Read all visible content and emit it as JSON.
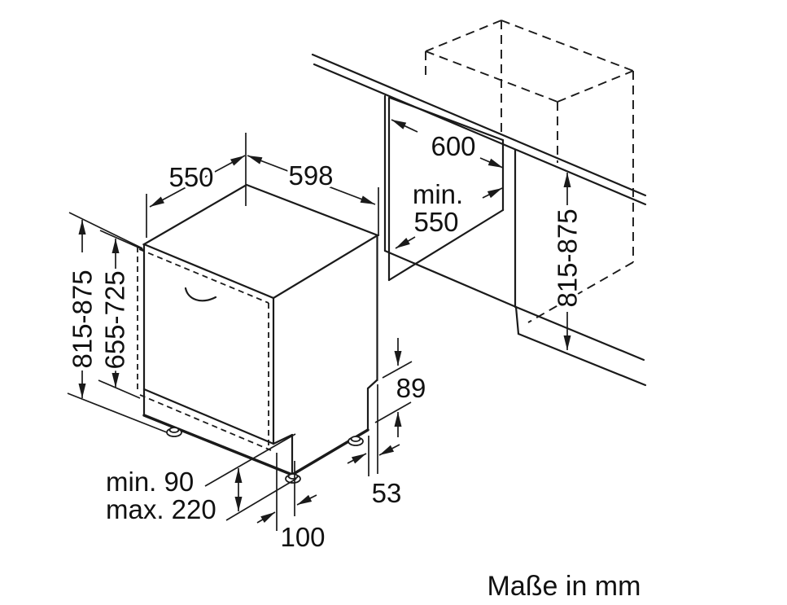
{
  "page": {
    "background": "#ffffff",
    "line_color": "#1a1a1a"
  },
  "diagram": {
    "kind": "built-in dishwasher installation drawing (isometric)",
    "units_note": "Maße in mm",
    "dimensions": {
      "top_depth": "550",
      "top_width": "598",
      "niche_width": "600",
      "niche_depth": [
        "min.",
        "550"
      ],
      "niche_height": "815-875",
      "appliance_height": "815-875",
      "furniture_door_height": "655-725",
      "rear_cutout_height": "89",
      "rear_cutout_depth": "53",
      "plinth_clearance": [
        "min. 90",
        "max. 220"
      ],
      "foot_to_front_offset": "100"
    }
  }
}
